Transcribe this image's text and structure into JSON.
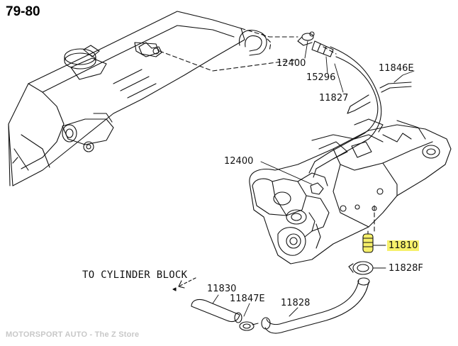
{
  "header": {
    "year_range": "79-80"
  },
  "footer": {
    "watermark": "MOTORSPORT AUTO - The Z Store"
  },
  "diagram": {
    "destination_label": "TO CYLINDER BLOCK",
    "parts": [
      {
        "part_number": "12400",
        "highlighted": false
      },
      {
        "part_number": "15296",
        "highlighted": false
      },
      {
        "part_number": "11827",
        "highlighted": false
      },
      {
        "part_number": "11846E",
        "highlighted": false
      },
      {
        "part_number": "12400",
        "highlighted": false
      },
      {
        "part_number": "11810",
        "highlighted": true
      },
      {
        "part_number": "11828F",
        "highlighted": false
      },
      {
        "part_number": "11830",
        "highlighted": false
      },
      {
        "part_number": "11847E",
        "highlighted": false
      },
      {
        "part_number": "11828",
        "highlighted": false
      }
    ],
    "highlight_color": "#f6f06a"
  }
}
